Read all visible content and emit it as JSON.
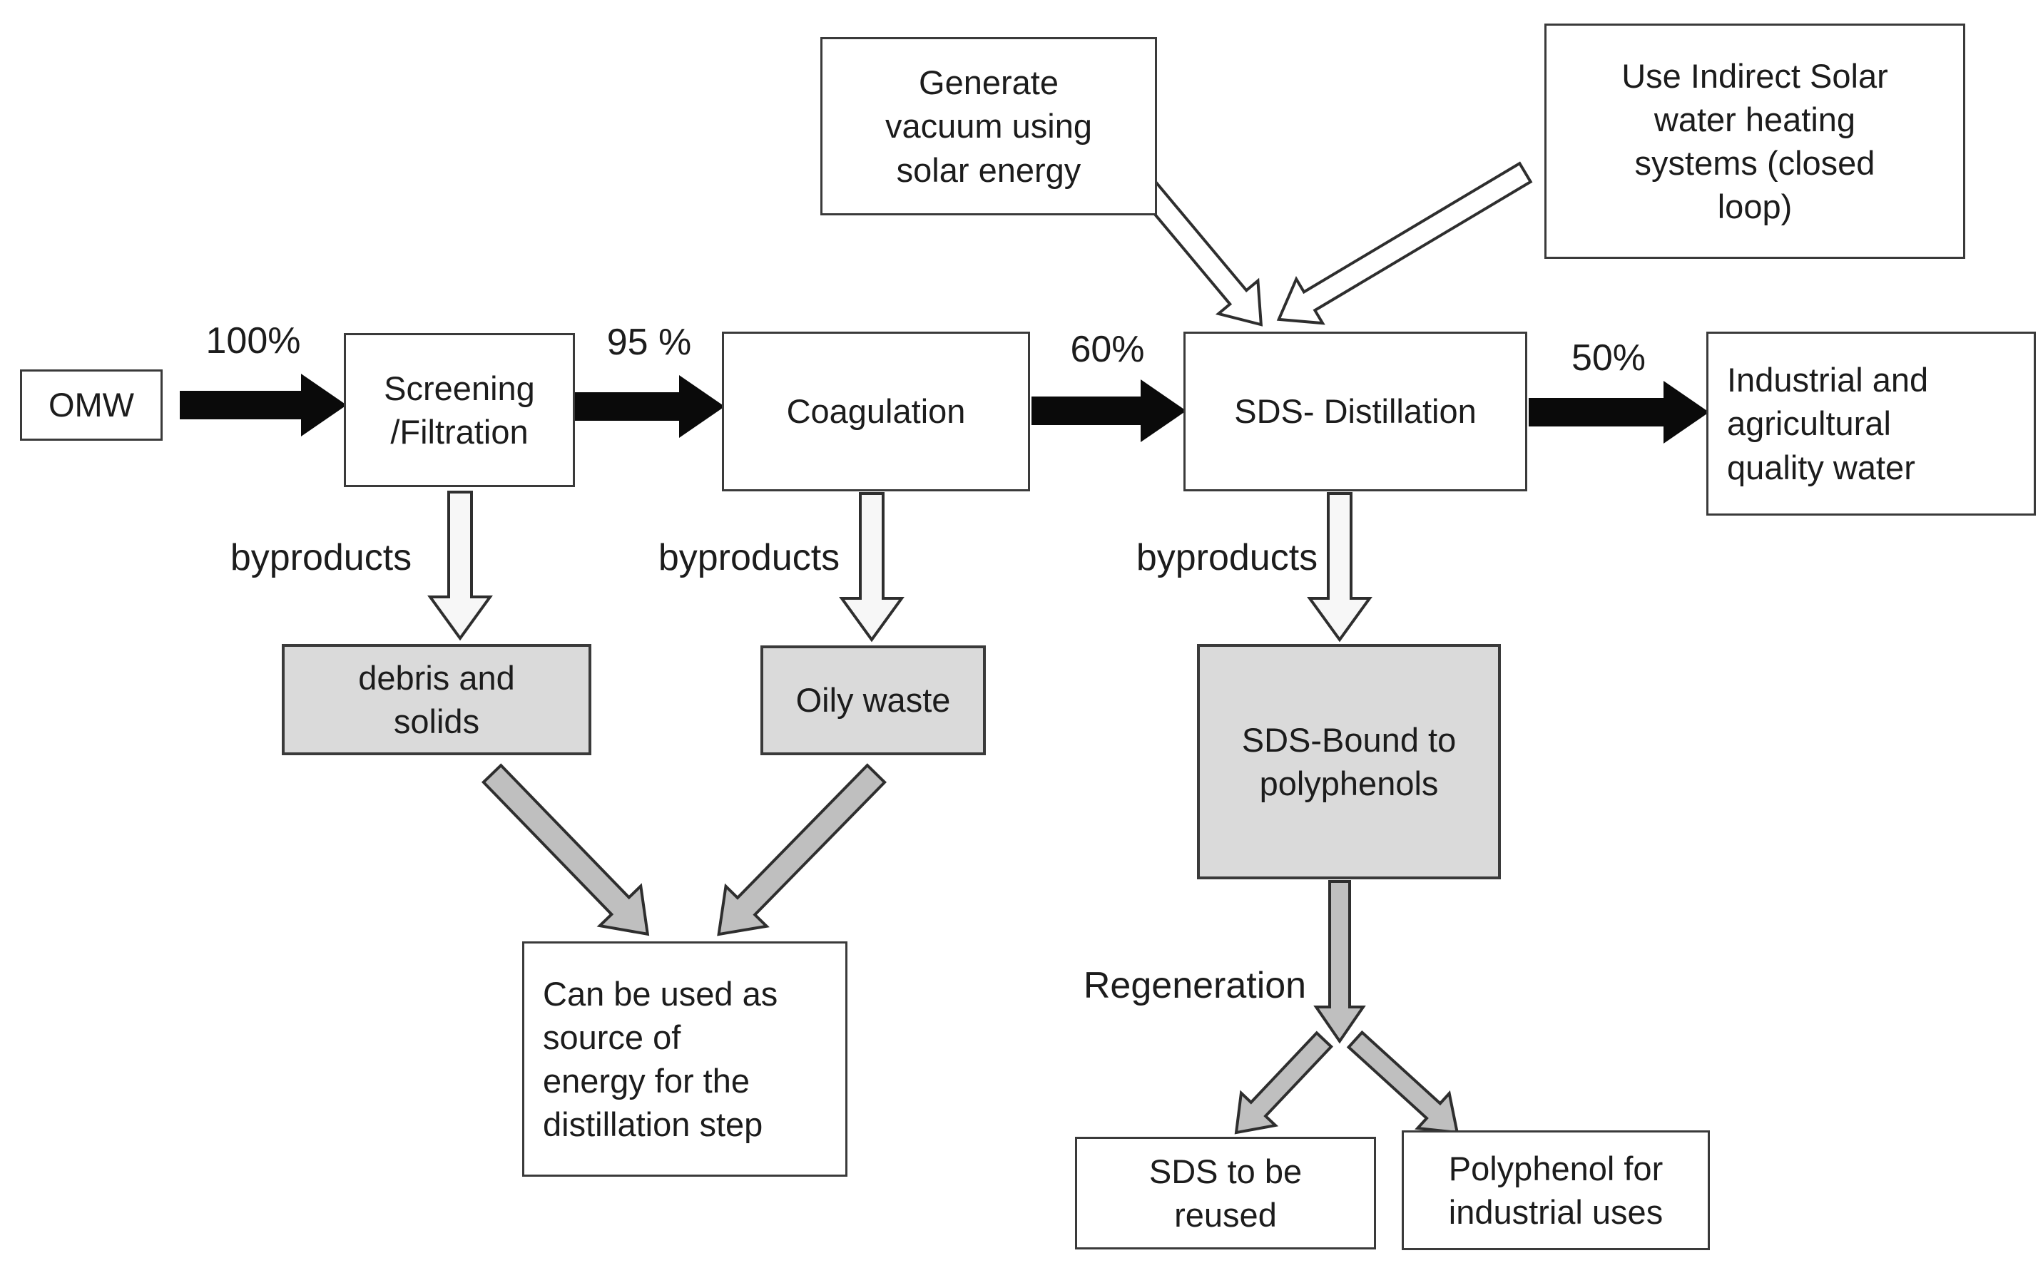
{
  "diagram": {
    "title": "OMW solar treatment process flow",
    "colors": {
      "background": "#ffffff",
      "box_border": "#3a3a3a",
      "white_box_fill": "#ffffff",
      "gray_box_fill": "#dadada",
      "black_arrow": "#0a0a0a",
      "white_arrow_fill": "#f7f7f7",
      "white_arrow_stroke": "#2e2e2e",
      "gray_arrow_fill": "#bfbfbf",
      "gray_arrow_stroke": "#2e2e2e",
      "text": "#1c1c1c"
    },
    "nodes": {
      "omw": "OMW",
      "screening": "Screening\n/Filtration",
      "coagulation": "Coagulation",
      "sds_distillation": "SDS- Distillation",
      "industrial_water": "Industrial and\nagricultural\nquality water",
      "generate_vacuum": "Generate\nvacuum using\nsolar energy",
      "use_indirect_solar": "Use Indirect Solar\nwater heating\nsystems (closed\nloop)",
      "debris_solids": "debris and\nsolids",
      "oily_waste": "Oily waste",
      "sds_bound": "SDS-Bound to\npolyphenols",
      "can_be_used": "Can be used as\nsource of\nenergy for the\ndistillation step",
      "sds_reused": "SDS to be\nreused",
      "polyphenol": "Polyphenol for\nindustrial uses"
    },
    "labels": {
      "pct_omw_to_screening": "100%",
      "pct_screening_to_coagulation": "95 %",
      "pct_coagulation_to_sds": "60%",
      "pct_sds_to_water": "50%",
      "byproducts_screening": "byproducts",
      "byproducts_coagulation": "byproducts",
      "byproducts_sds": "byproducts",
      "regeneration": "Regeneration"
    }
  }
}
